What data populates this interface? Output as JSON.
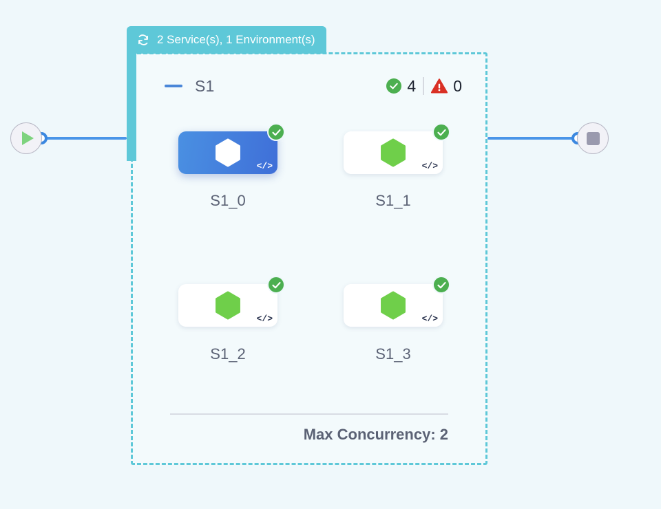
{
  "canvas": {
    "background": "#eff8fb"
  },
  "start_node": {
    "name": "start-node",
    "icon": "play-icon"
  },
  "end_node": {
    "name": "end-node",
    "icon": "stop-icon"
  },
  "group": {
    "tab_label": "2 Service(s), 1 Environment(s)",
    "tab_icon": "loop-icon",
    "tab_color": "#5ec8d8",
    "border_color": "#5ec8d8",
    "header": {
      "collapse_icon": "minus-icon",
      "title": "S1",
      "success_icon": "check-circle-icon",
      "success_count": "4",
      "warning_icon": "warning-triangle-icon",
      "warning_count": "0",
      "success_color": "#4caf50",
      "warning_color": "#d93025"
    },
    "nodes": [
      {
        "label": "S1_0",
        "selected": true,
        "status_icon": "check-circle-icon",
        "code_icon": "code-icon",
        "logo_icon": "hexagon-loop-icon"
      },
      {
        "label": "S1_1",
        "selected": false,
        "status_icon": "check-circle-icon",
        "code_icon": "code-icon",
        "logo_icon": "hexagon-loop-icon"
      },
      {
        "label": "S1_2",
        "selected": false,
        "status_icon": "check-circle-icon",
        "code_icon": "code-icon",
        "logo_icon": "hexagon-loop-icon"
      },
      {
        "label": "S1_3",
        "selected": false,
        "status_icon": "check-circle-icon",
        "code_icon": "code-icon",
        "logo_icon": "hexagon-loop-icon"
      }
    ],
    "footer_text": "Max Concurrency: 2"
  }
}
